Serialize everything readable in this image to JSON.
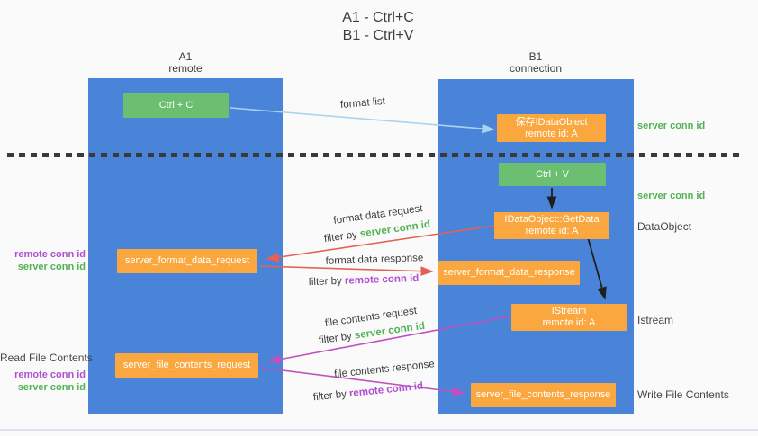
{
  "title": {
    "line1": "A1 - Ctrl+C",
    "line2": "B1 - Ctrl+V"
  },
  "columns": {
    "left": {
      "name": "A1",
      "role": "remote"
    },
    "right": {
      "name": "B1",
      "role": "connection"
    }
  },
  "boxes": {
    "ctrl_c": "Ctrl + C",
    "save_idataobject_line1": "保存IDataObject",
    "save_idataobject_line2": "remote id: A",
    "ctrl_v": "Ctrl + V",
    "getdata_line1": "IDataObject::GetData",
    "getdata_line2": "remote id: A",
    "format_request": "server_format_data_request",
    "format_response": "server_format_data_response",
    "istream_line1": "IStream",
    "istream_line2": "remote id: A",
    "file_request": "server_file_contents_request",
    "file_response": "server_file_contents_response"
  },
  "flow_labels": {
    "format_list": "format list",
    "format_data_request": "format data request",
    "format_data_response": "format data response",
    "file_contents_request": "file contents request",
    "file_contents_response": "file contents response",
    "filter_by": "filter by "
  },
  "side_labels": {
    "server_conn_id": "server conn id",
    "remote_conn_id": "remote conn id",
    "dataobject": "DataObject",
    "istream": "Istream",
    "read_file_contents": "Read File Contents",
    "write_file_contents": "Write File Contents"
  },
  "colors": {
    "column_blue": "#4a84d9",
    "box_green": "#6cbf70",
    "box_orange": "#f9a73e",
    "conn_id_green": "#53b156",
    "conn_id_purple": "#b04fd0",
    "arrow_red": "#e56156",
    "arrow_magenta": "#bf50c0",
    "arrow_light_blue": "#a9d3ee",
    "arrow_black": "#1f1f1f",
    "text_dark": "#3d3d3d"
  }
}
